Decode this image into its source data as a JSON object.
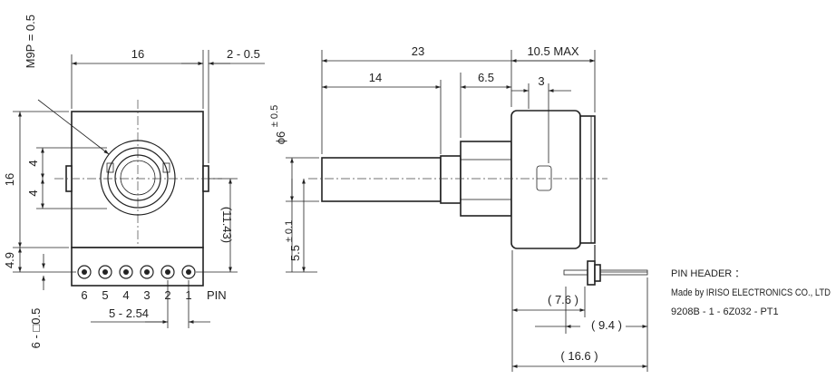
{
  "front_view": {
    "m9p_label": "M9P = 0.5",
    "width_dim": "16",
    "side_gap_dim": "2 - 0.5",
    "height_dim": "16",
    "upper_offset_dim": "4",
    "lower_offset_dim": "4",
    "pin_height_dim": "4.9",
    "pin_row_dim": "(11.43)",
    "pin_size_dim": "6 - □0.5",
    "pin_pitch_dim": "5 - 2.54",
    "pin_numbers": [
      "6",
      "5",
      "4",
      "3",
      "2",
      "1"
    ],
    "pin_label": "PIN"
  },
  "side_view": {
    "overall_length_dim": "23",
    "shaft_length_dim": "14",
    "bushing_dim": "6.5",
    "body_max_dim": "10.5 MAX",
    "key_dim": "3",
    "shaft_diameter_dim": "ϕ6",
    "shaft_diameter_tol": "± 0.5",
    "flat_dim": "5.5",
    "flat_tol": "± 0.1",
    "pin_dim_1": "( 7.6 )",
    "pin_dim_2": "( 9.4 )",
    "pin_dim_3": "( 16.6 )"
  },
  "pin_header": {
    "title": "PIN HEADER ：",
    "maker": "Made by IRISO ELECTRONICS CO., LTD",
    "part": "9208B - 1 - 6Z032 - PT1"
  }
}
